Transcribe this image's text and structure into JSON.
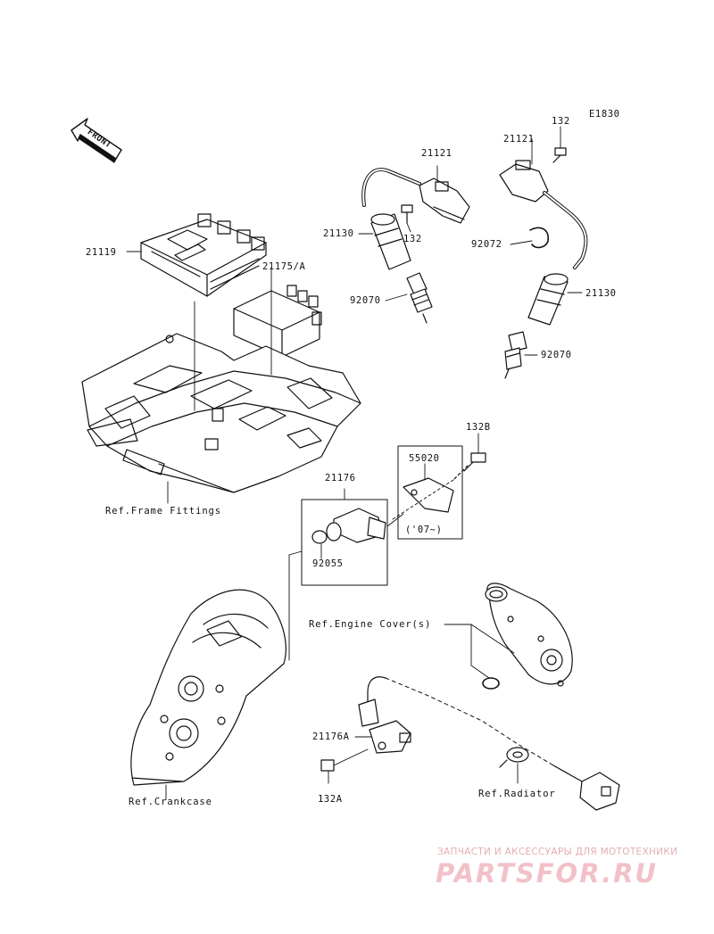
{
  "diagram_code": "E1830",
  "front_label": "FRONT",
  "parts": {
    "p21119": "21119",
    "p21175a": "21175/A",
    "p21121_left": "21121",
    "p21121_right": "21121",
    "p132_top": "132",
    "p132_mid": "132",
    "p21130_left": "21130",
    "p21130_right": "21130",
    "p92072": "92072",
    "p92070_left": "92070",
    "p92070_right": "92070",
    "p132b": "132B",
    "p55020": "55020",
    "p21176": "21176",
    "year_note": "('07~)",
    "p92055": "92055",
    "p21176a": "21176A",
    "p132a": "132A"
  },
  "refs": {
    "frame": "Ref.Frame Fittings",
    "engine_cover": "Ref.Engine Cover(s)",
    "crankcase": "Ref.Crankcase",
    "radiator": "Ref.Radiator"
  },
  "watermark": {
    "tagline": "ЗАПЧАСТИ И АКСЕССУАРЫ ДЛЯ МОТОТЕХНИКИ",
    "brand": "PARTSFOR.RU"
  }
}
